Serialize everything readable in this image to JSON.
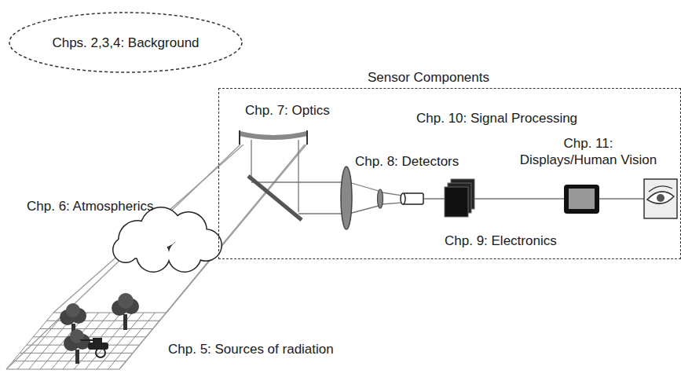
{
  "diagram": {
    "nodes": [
      {
        "text": [
          "Chps. 2,3,4: Background"
        ]
      },
      {
        "text": [
          "Sensor Components"
        ]
      }
    ],
    "labels": [
      "Chp. 7: Optics",
      "Chp. 10: Signal Processing",
      "Chp. 8: Detectors",
      "Chp. 11: Displays/Human Vision",
      "Chp. 9: Electronics",
      "Chp. 6: Atmospherics",
      "Chp. 5: Sources of radiation"
    ]
  }
}
